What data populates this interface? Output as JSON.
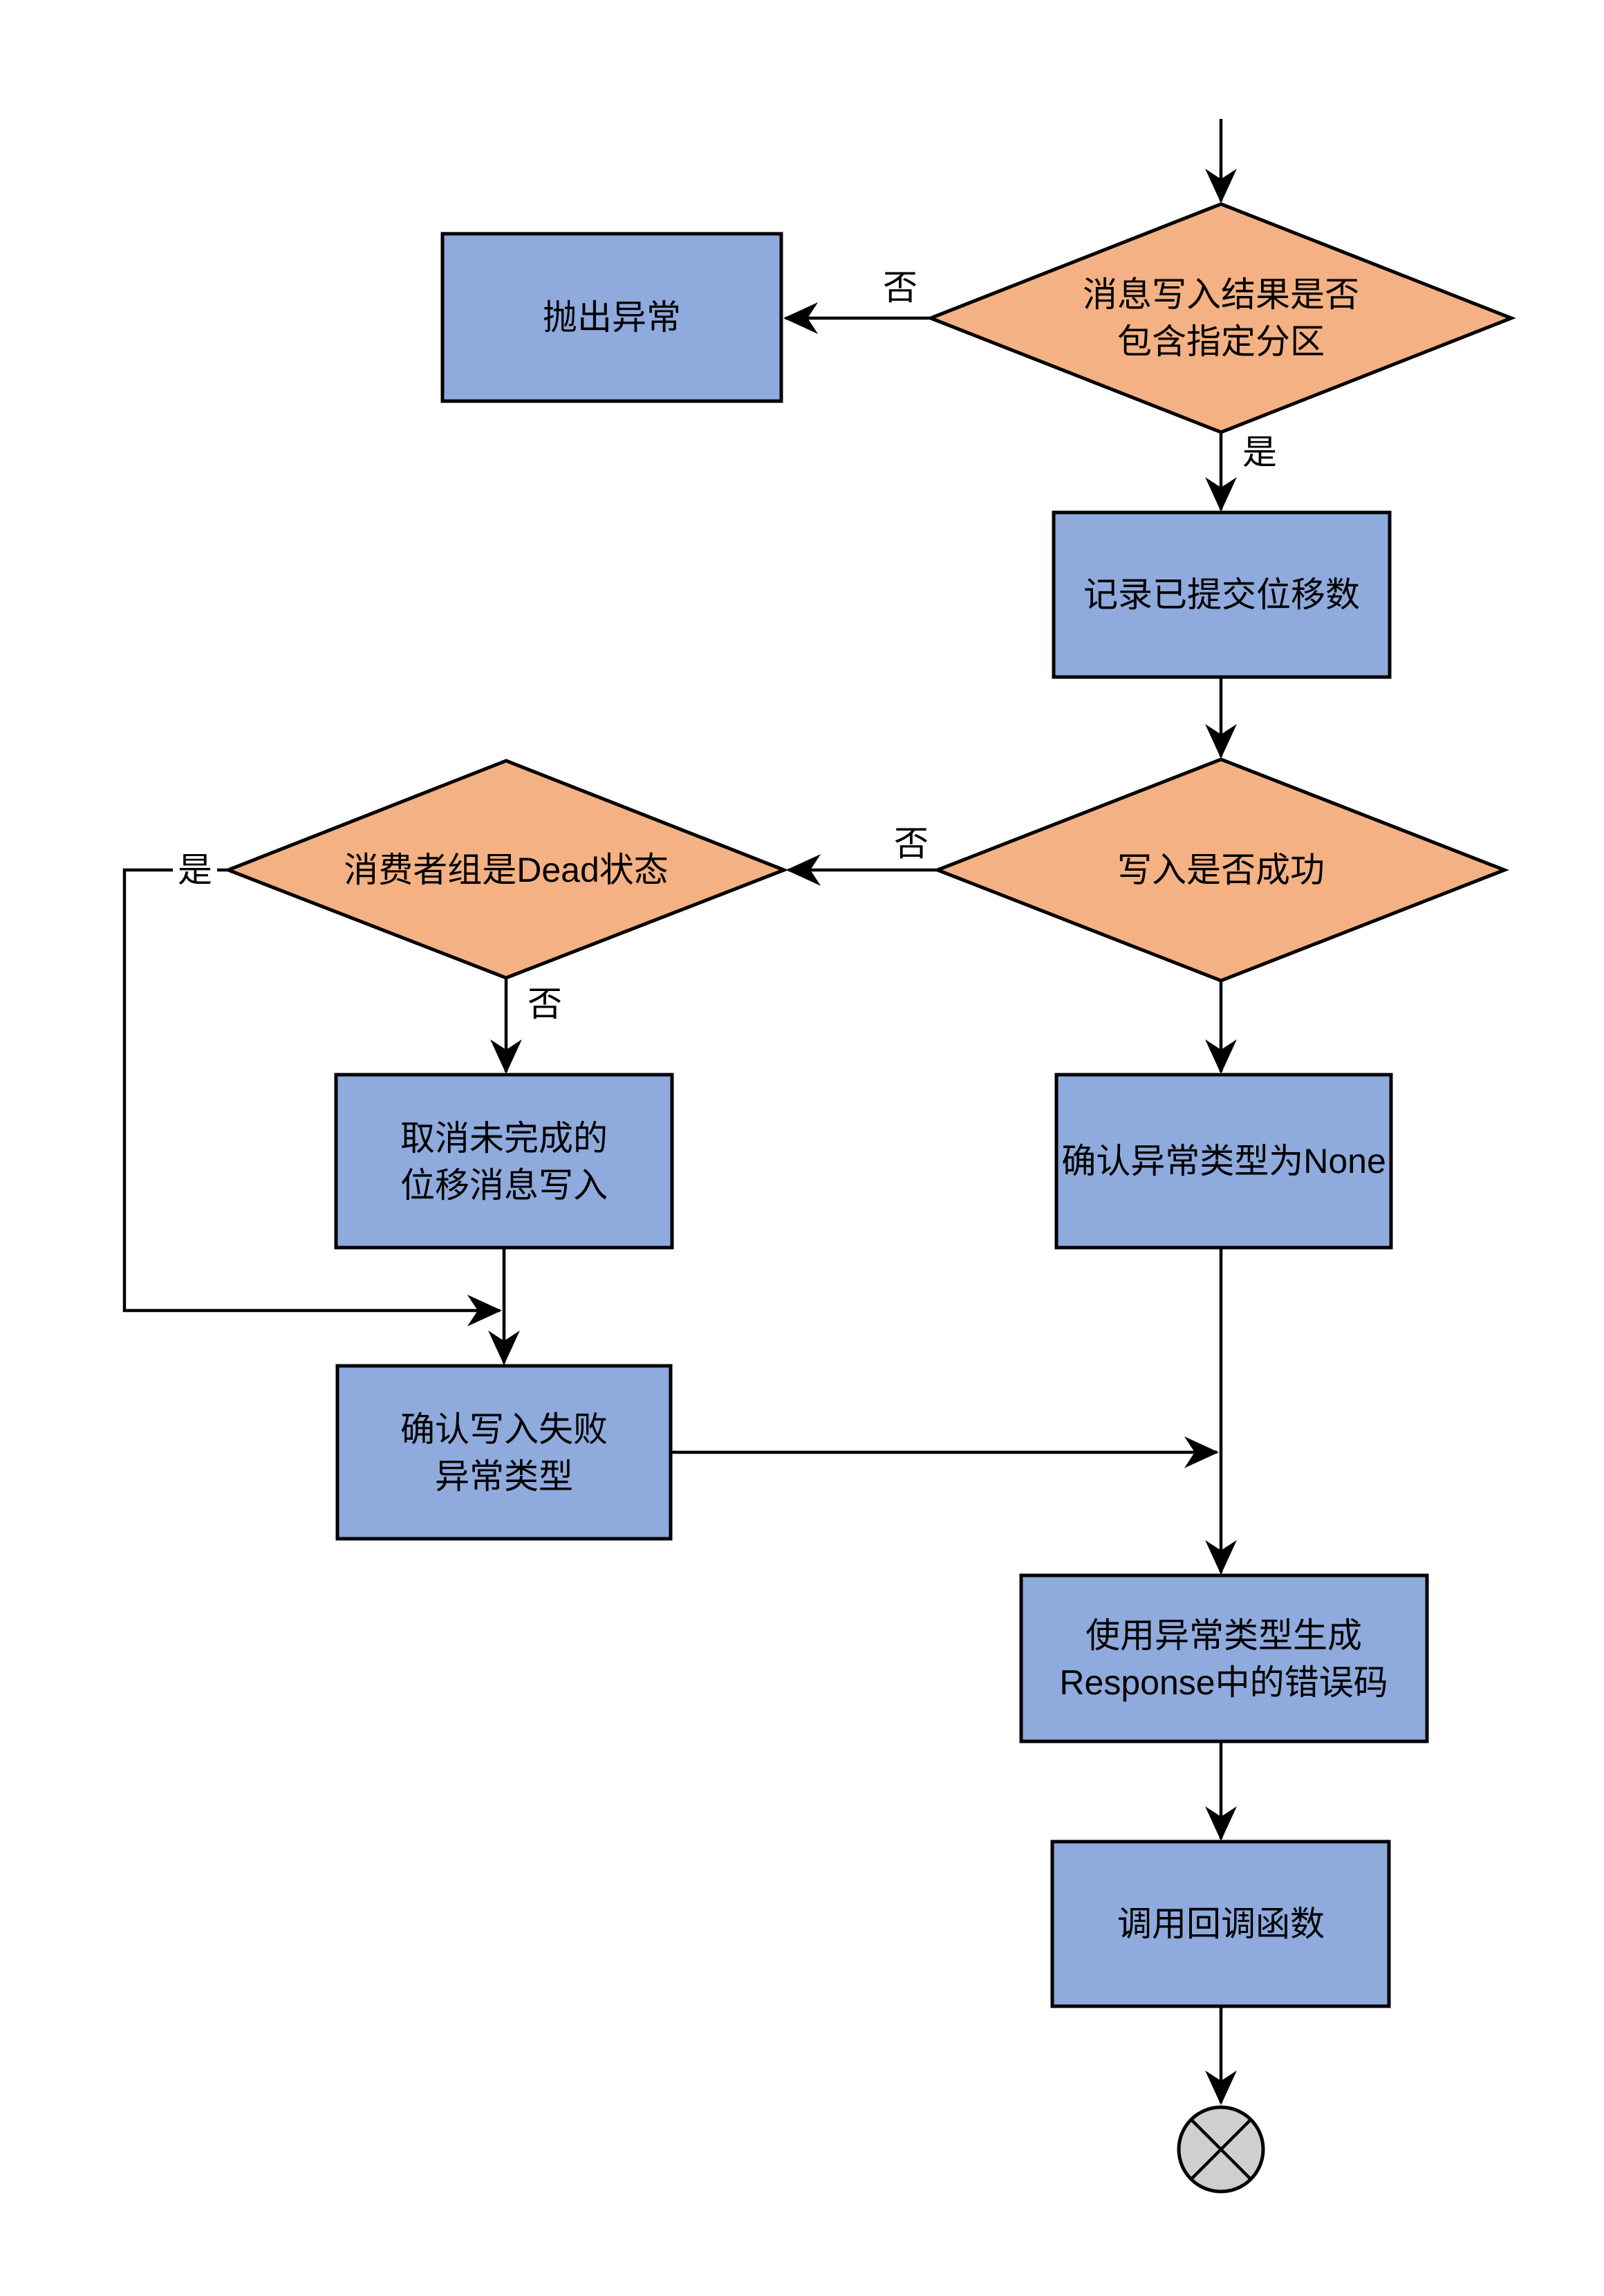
{
  "diagram": {
    "type": "flowchart",
    "language": "zh-CN",
    "colors": {
      "decision_fill": "#F4B183",
      "process_fill": "#8FAADC",
      "terminator_fill": "#D0CECE",
      "stroke": "#000000",
      "background": "#FFFFFF"
    },
    "nodes": {
      "check_partition": {
        "type": "decision",
        "line1": "消息写入结果是否",
        "line2": "包含指定分区"
      },
      "throw_exception": {
        "type": "process",
        "label": "抛出异常"
      },
      "record_offsets": {
        "type": "process",
        "label": "记录已提交位移数"
      },
      "check_write_success": {
        "type": "decision",
        "label": "写入是否成功"
      },
      "check_group_dead": {
        "type": "decision",
        "label": "消费者组是Dead状态"
      },
      "cancel_pending_writes": {
        "type": "process",
        "line1": "取消未完成的",
        "line2": "位移消息写入"
      },
      "confirm_none_exception": {
        "type": "process",
        "label": "确认异常类型为None"
      },
      "confirm_write_failure": {
        "type": "process",
        "line1": "确认写入失败",
        "line2": "异常类型"
      },
      "generate_error_code": {
        "type": "process",
        "line1": "使用异常类型生成",
        "line2": "Response中的错误码"
      },
      "invoke_callback": {
        "type": "process",
        "label": "调用回调函数"
      },
      "end_terminator": {
        "type": "terminator",
        "label": ""
      }
    },
    "edge_labels": {
      "partition_no": "否",
      "partition_yes": "是",
      "write_success_no": "否",
      "group_dead_yes": "是",
      "group_dead_no": "否"
    }
  }
}
